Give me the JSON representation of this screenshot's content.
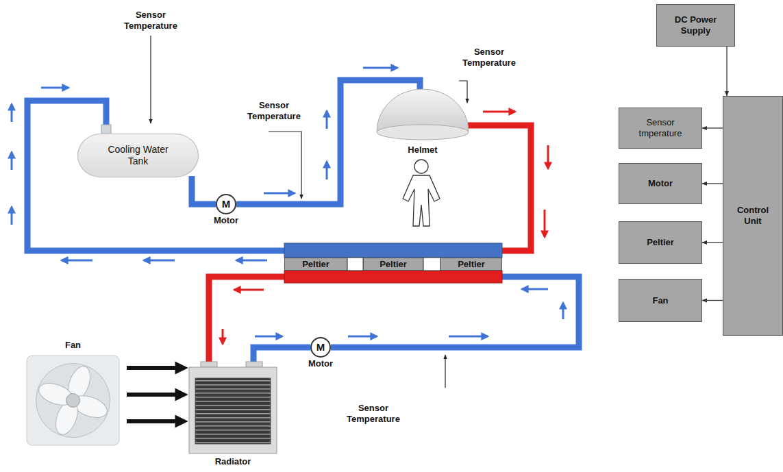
{
  "diagram": {
    "nodes": [
      {
        "text": [
          "Cooling Water Tank"
        ]
      },
      {
        "text": [
          "Helmet"
        ]
      },
      {
        "text": [
          "M",
          "Motor"
        ]
      },
      {
        "text": [
          "Peltier"
        ]
      },
      {
        "text": [
          "Peltier"
        ]
      },
      {
        "text": [
          "Peltier"
        ]
      },
      {
        "text": [
          "Fan"
        ]
      },
      {
        "text": [
          "Radiator"
        ]
      },
      {
        "text": [
          "M",
          "Motor"
        ]
      },
      {
        "text": [
          "DC Power Supply"
        ]
      },
      {
        "text": [
          "Sensor tmperature"
        ]
      },
      {
        "text": [
          "Motor"
        ]
      },
      {
        "text": [
          "Peltier"
        ]
      },
      {
        "text": [
          "Fan"
        ]
      },
      {
        "text": [
          "Control Unit"
        ]
      }
    ],
    "edges": [
      {
        "from": 0,
        "to": 2,
        "arrow": "none"
      },
      {
        "from": 2,
        "to": 1,
        "arrow": "none"
      },
      {
        "from": 7,
        "to": 8,
        "arrow": "none"
      },
      {
        "from": 6,
        "to": 7,
        "arrow": "to"
      },
      {
        "from": 6,
        "to": 7,
        "arrow": "to"
      },
      {
        "from": 6,
        "to": 7,
        "arrow": "to"
      },
      {
        "from": 9,
        "to": 14,
        "arrow": "to"
      },
      {
        "from": 14,
        "to": 10,
        "arrow": "to"
      },
      {
        "from": 14,
        "to": 11,
        "arrow": "to"
      },
      {
        "from": 14,
        "to": 12,
        "arrow": "to"
      },
      {
        "from": 14,
        "to": 13,
        "arrow": "to"
      }
    ],
    "labels": [
      "Sensor Temperature",
      "Sensor Temperature",
      "Sensor Temperature",
      "Sensor Temperature"
    ]
  }
}
